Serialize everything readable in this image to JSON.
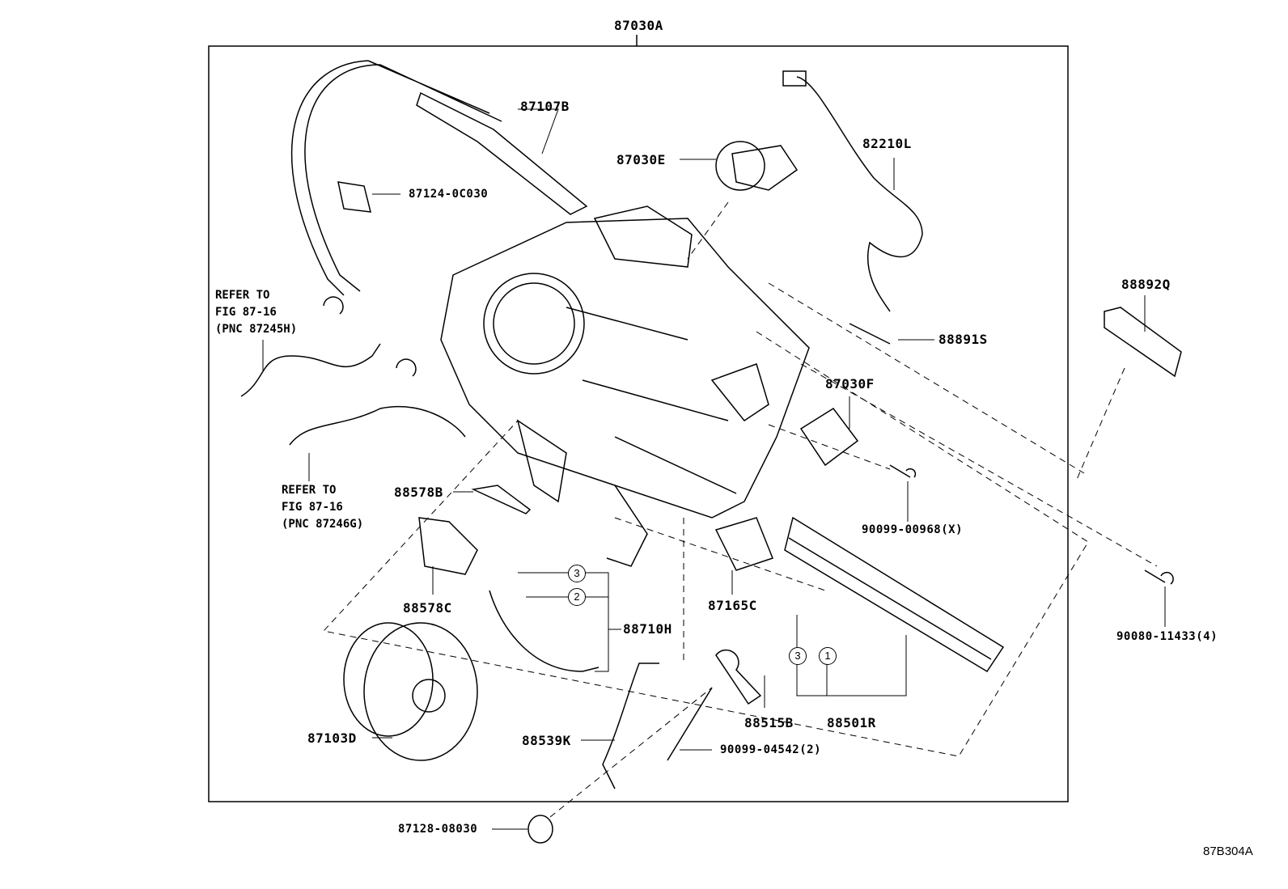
{
  "diagram": {
    "title_part": "87030A",
    "figure_id": "87B304A",
    "parts": {
      "p87107B": "87107B",
      "p87124": "87124-0C030",
      "p87030E": "87030E",
      "p82210L": "82210L",
      "p88892Q": "88892Q",
      "p88891S": "88891S",
      "p87030F": "87030F",
      "p88578B": "88578B",
      "p90099_00968": "90099-00968(X)",
      "p88578C": "88578C",
      "p87165C": "87165C",
      "p88710H": "88710H",
      "p90080": "90080-11433(4)",
      "p88515B": "88515B",
      "p88501R": "88501R",
      "p87103D": "87103D",
      "p88539K": "88539K",
      "p90099_04542": "90099-04542(2)",
      "p87128": "87128-08030"
    },
    "notes": {
      "ref1": "REFER TO\nFIG 87-16\n(PNC 87245H)",
      "ref2": "REFER TO\nFIG 87-16\n(PNC 87246G)"
    },
    "callouts": {
      "c3a": "3",
      "c2": "2",
      "c3b": "3",
      "c1": "1"
    }
  }
}
